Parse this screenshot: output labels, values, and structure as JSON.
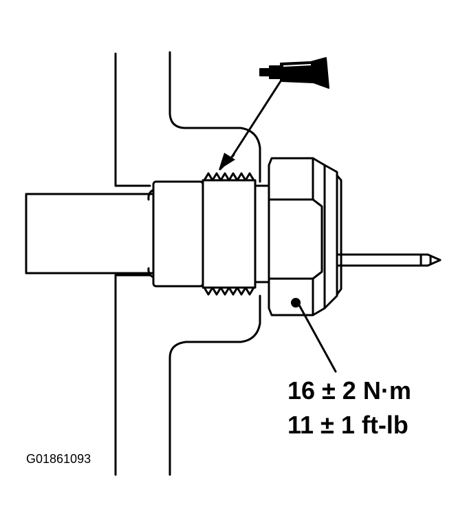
{
  "diagram": {
    "torque_metric": "16 ± 2 N·m",
    "torque_imperial": "11 ± 1 ft-lb",
    "figure_id": "G01861093",
    "icons": [
      "sealant-tube-icon",
      "sender-unit-part",
      "hex-nut-part",
      "engine-block-wall-part"
    ],
    "line_color": "#000000",
    "background_color": "#ffffff"
  }
}
